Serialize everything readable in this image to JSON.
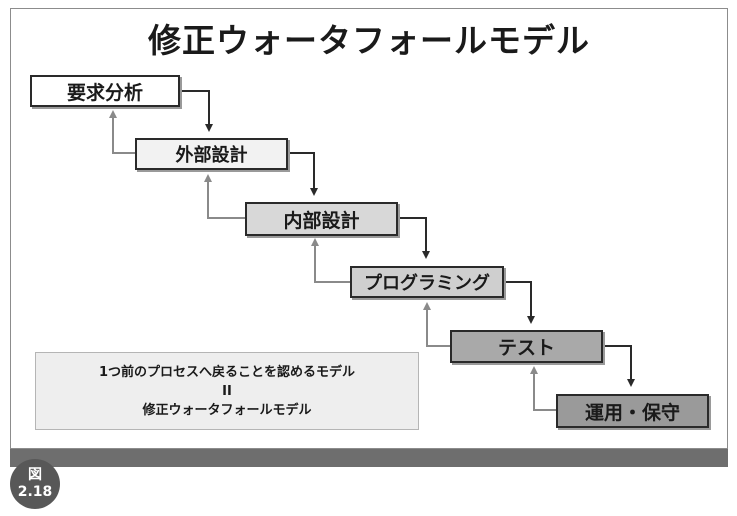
{
  "title": "修正ウォータフォールモデル",
  "steps": [
    {
      "label": "要求分析"
    },
    {
      "label": "外部設計"
    },
    {
      "label": "内部設計"
    },
    {
      "label": "プログラミング"
    },
    {
      "label": "テスト"
    },
    {
      "label": "運用・保守"
    }
  ],
  "note": {
    "line1": "1つ前のプロセスへ戻ることを認めるモデル",
    "line2": "II",
    "line3": "修正ウォータフォールモデル"
  },
  "figure_badge": {
    "line1": "図",
    "line2": "2.18"
  },
  "colors": {
    "forward_arrow": "#2a2a2a",
    "back_arrow": "#8a8a8a",
    "bottom_bar": "#6e6e6e"
  }
}
